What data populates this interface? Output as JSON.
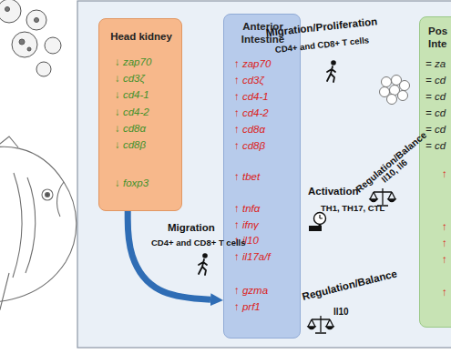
{
  "diagram": {
    "nodes": [
      {
        "text": [
          "Head kidney",
          "↓ zap70",
          "↓ cd3ζ",
          "↓ cd4-1",
          "↓ cd4-2",
          "↓ cd8α",
          "↓ cd8β",
          "↓ foxp3"
        ]
      },
      {
        "text": [
          "Anterior Intestine",
          "↑ zap70",
          "↑ cd3ζ",
          "↑ cd4-1",
          "↑ cd4-2",
          "↑ cd8α",
          "↑ cd8β",
          "↑ tbet",
          "↑ tnfα",
          "↑ ifnγ",
          "↑ il10",
          "↑ il17a/f",
          "↑ gzma",
          "↑ prf1"
        ]
      },
      {
        "text": [
          "Pos Inte",
          "= za",
          "= cd",
          "= cd",
          "= cd",
          "= cd",
          "= cd",
          "↑",
          "↑",
          "↑",
          "↑",
          "↑"
        ]
      }
    ],
    "edges": [
      {
        "from": 0,
        "to": 1,
        "arrow": "to"
      }
    ],
    "labels": [
      "Migration/Proliferation",
      "CD4+ and CD8+ T cells",
      "Activation",
      "TH1, TH17, CTL",
      "Regulation/Balance",
      "Il10",
      "Regulation/Balance",
      "Il10, Il6",
      "Migration",
      "CD4+ and CD8+ T cells"
    ]
  }
}
